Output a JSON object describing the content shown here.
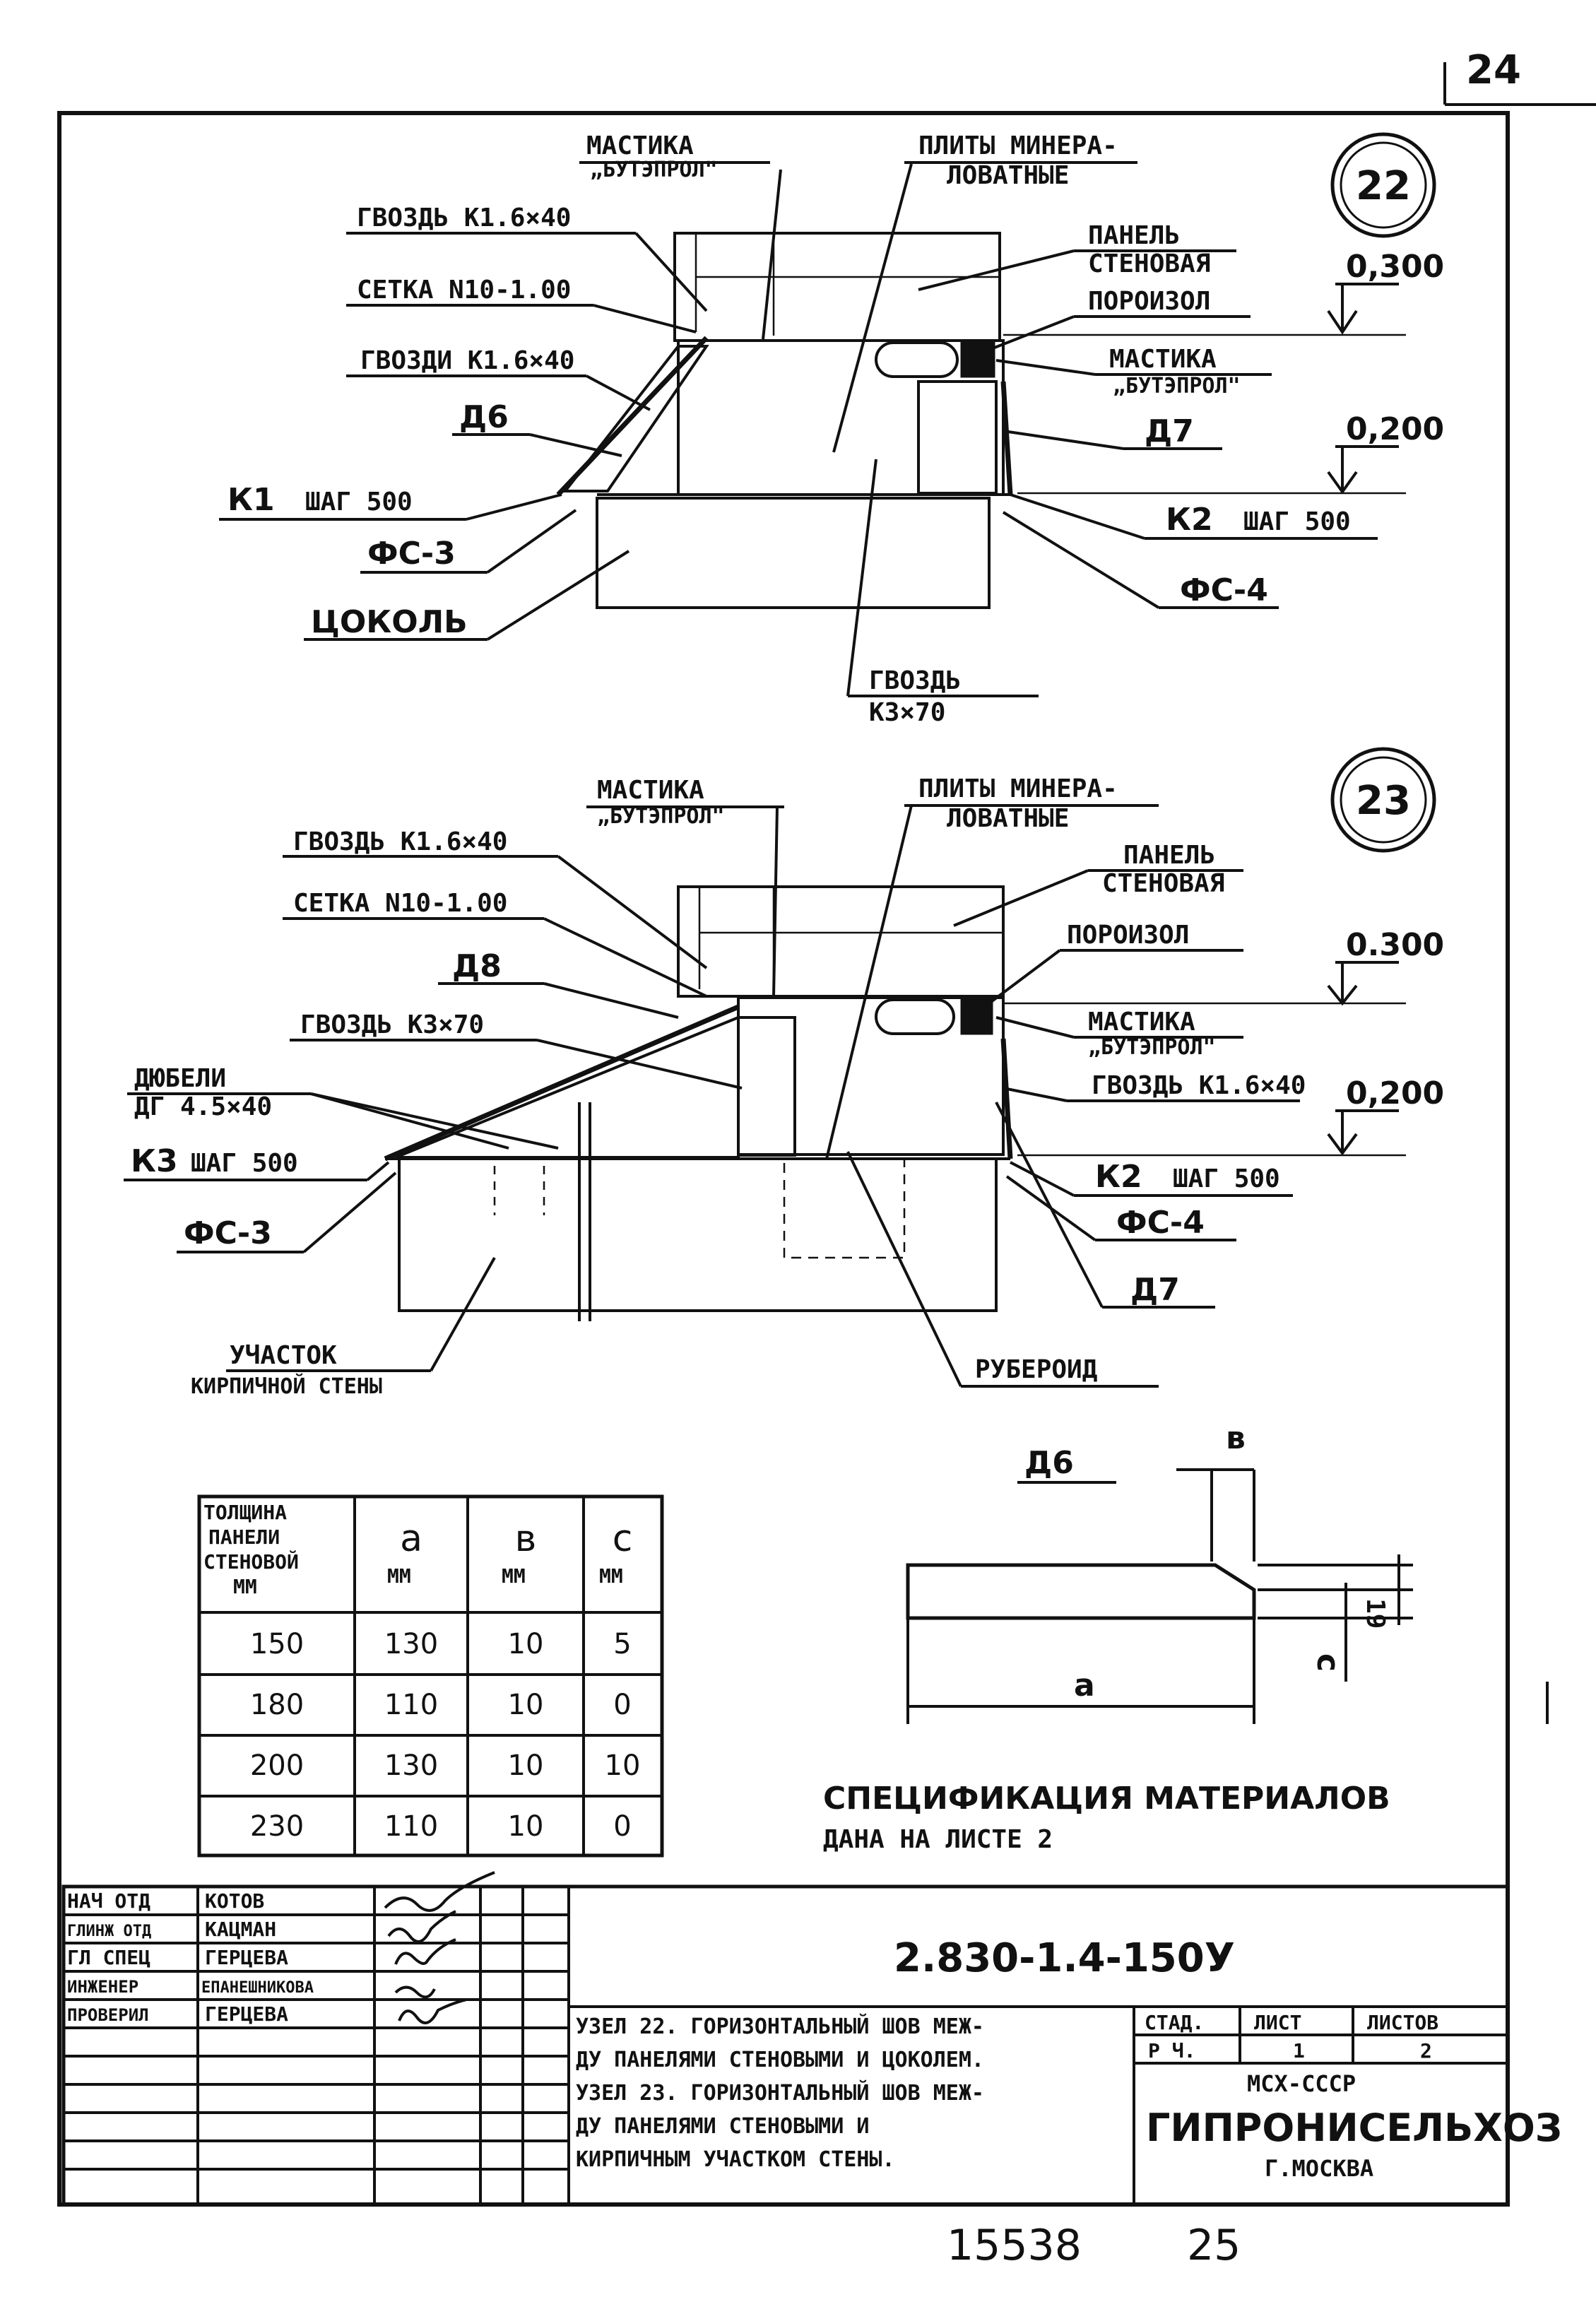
{
  "sheet_corner": "24",
  "node22": {
    "number": "22",
    "labels": {
      "mastika_top_1": "МАСТИКА",
      "mastika_top_2": "„БУТЭПРОЛ\"",
      "plity_1": "ПЛИТЫ МИНЕРА-",
      "plity_2": "ЛОВАТНЫЕ",
      "gvozd_k16": "ГВОЗДЬ К1.6×40",
      "setka": "СЕТКА N10-1.00",
      "gvozdi_k16": "ГВОЗДИ К1.6×40",
      "d6": "Д6",
      "k1": "К1",
      "k1_step": "ШАГ 500",
      "fs3": "ФС-3",
      "cokol": "ЦОКОЛЬ",
      "panel_1": "ПАНЕЛЬ",
      "panel_2": "СТЕНОВАЯ",
      "poroizol": "ПОРОИЗОЛ",
      "mastika_r_1": "МАСТИКА",
      "mastika_r_2": "„БУТЭПРОЛ\"",
      "d7": "Д7",
      "k2": "К2",
      "k2_step": "ШАГ 500",
      "fs4": "ФС-4",
      "gvozd_k3_1": "ГВОЗДЬ",
      "gvozd_k3_2": "К3×70",
      "level_top": "0,300",
      "level_bottom": "0,200"
    }
  },
  "node23": {
    "number": "23",
    "labels": {
      "mastika_top_1": "МАСТИКА",
      "mastika_top_2": "„БУТЭПРОЛ\"",
      "plity_1": "ПЛИТЫ МИНЕРА-",
      "plity_2": "ЛОВАТНЫЕ",
      "gvozd_k16": "ГВОЗДЬ К1.6×40",
      "setka": "СЕТКА N10-1.00",
      "d8": "Д8",
      "gvozd_k3": "ГВОЗДЬ К3×70",
      "dubel_1": "ДЮБЕЛИ",
      "dubel_2": "ДГ 4.5×40",
      "k3": "К3",
      "k3_step": "ШАГ 500",
      "fs3": "ФС-3",
      "uchastok_1": "УЧАСТОК",
      "uchastok_2": "КИРПИЧНОЙ СТЕНЫ",
      "panel_1": "ПАНЕЛЬ",
      "panel_2": "СТЕНОВАЯ",
      "poroizol": "ПОРОИЗОЛ",
      "mastika_r_1": "МАСТИКА",
      "mastika_r_2": "„БУТЭПРОЛ\"",
      "gvozd_k16_r": "ГВОЗДЬ К1.6×40",
      "k2": "К2",
      "k2_step": "ШАГ 500",
      "fs4": "ФС-4",
      "d7": "Д7",
      "ruberoid": "РУБЕРОИД",
      "level_top": "0.300",
      "level_bottom": "0,200"
    }
  },
  "table": {
    "head": [
      "ТОЛЩИНА ПАНЕЛИ СТЕНОВОЙ ММ",
      "a ММ",
      "в ММ",
      "с ММ"
    ],
    "head_lines": [
      [
        "ТОЛЩИНА",
        "ПАНЕЛИ",
        "СТЕНОВОЙ",
        "ММ"
      ],
      [
        "a",
        "ММ"
      ],
      [
        "в",
        "ММ"
      ],
      [
        "с",
        "ММ"
      ]
    ],
    "rows": [
      [
        "150",
        "130",
        "10",
        "5"
      ],
      [
        "180",
        "110",
        "10",
        "0"
      ],
      [
        "200",
        "130",
        "10",
        "10"
      ],
      [
        "230",
        "110",
        "10",
        "0"
      ]
    ]
  },
  "d6_detail": {
    "title": "Д6",
    "dim_b": "в",
    "dim_a": "a",
    "dim_c": "с",
    "dim_19": "19"
  },
  "spec_note_1": "СПЕЦИФИКАЦИЯ МАТЕРИАЛОВ",
  "spec_note_2": "ДАНА НА ЛИСТЕ 2",
  "title_block": {
    "people": [
      {
        "role": "НАЧ ОТД",
        "name": "КОТОВ"
      },
      {
        "role": "ГЛИНЖ ОТД",
        "name": "КАЦМАН"
      },
      {
        "role": "ГЛ СПЕЦ",
        "name": "ГЕРЦЕВА"
      },
      {
        "role": "ИНЖЕНЕР",
        "name": "ЕПАНЕШНИКОВА"
      },
      {
        "role": "ПРОВЕРИЛ",
        "name": "ГЕРЦЕВА"
      }
    ],
    "code": "2.830-1.4-150У",
    "description": [
      "УЗЕЛ 22. ГОРИЗОНТАЛЬНЫЙ ШОВ МЕЖ-",
      "ДУ ПАНЕЛЯМИ СТЕНОВЫМИ И ЦОКОЛЕМ.",
      "УЗЕЛ 23. ГОРИЗОНТАЛЬНЫЙ ШОВ МЕЖ-",
      "ДУ ПАНЕЛЯМИ СТЕНОВЫМИ И",
      "КИРПИЧНЫМ УЧАСТКОМ СТЕНЫ."
    ],
    "stage_head": "СТАД.",
    "sheet_head": "ЛИСТ",
    "sheets_head": "ЛИСТОВ",
    "stage": "Р Ч.",
    "sheet": "1",
    "sheets": "2",
    "org_1": "МСХ-СССР",
    "org_2": "ГИПРОНИСЕЛЬХОЗ",
    "org_3": "Г.МОСКВА"
  },
  "bottom_number": "15538",
  "bottom_page": "25"
}
